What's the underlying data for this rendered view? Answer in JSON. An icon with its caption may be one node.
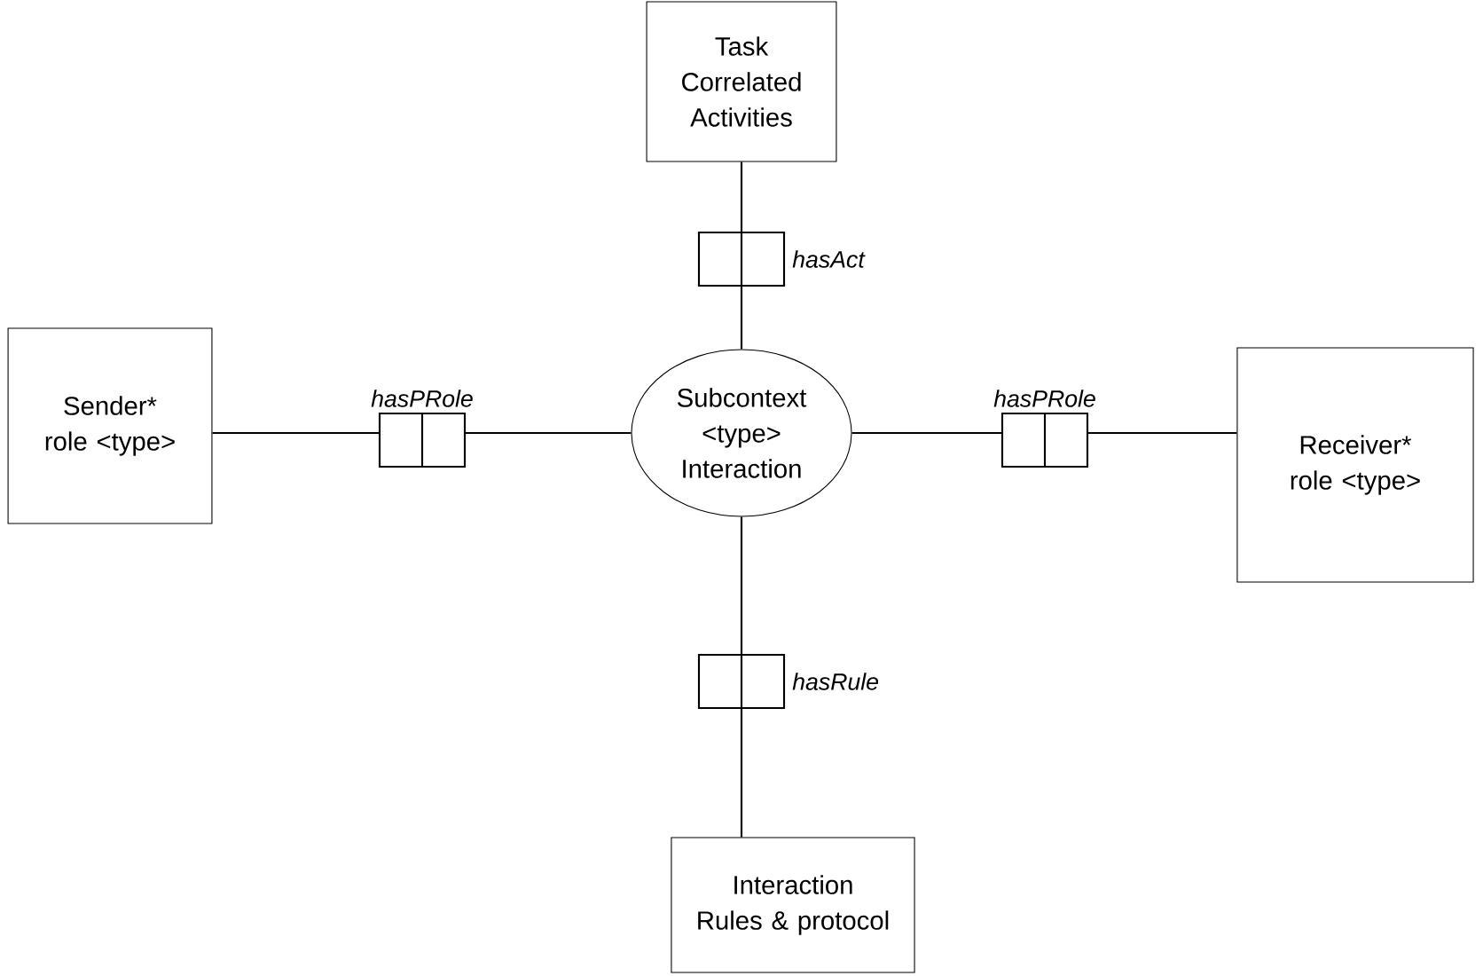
{
  "diagram": {
    "nodes": [
      {
        "text": [
          "Task Correlated Activities"
        ]
      },
      {
        "text": [
          "Sender* role <type>"
        ]
      },
      {
        "text": [
          "Subcontext <type> Interaction"
        ]
      },
      {
        "text": [
          "Receiver* role <type>"
        ]
      },
      {
        "text": [
          "Interaction Rules & protocol"
        ]
      }
    ],
    "edges": [
      {
        "from": 2,
        "to": 0,
        "arrow": "none",
        "label": "hasAct"
      },
      {
        "from": 2,
        "to": 1,
        "arrow": "none",
        "label": "hasPRole"
      },
      {
        "from": 2,
        "to": 3,
        "arrow": "none",
        "label": "hasPRole"
      },
      {
        "from": 2,
        "to": 4,
        "arrow": "none",
        "label": "hasRule"
      }
    ]
  }
}
